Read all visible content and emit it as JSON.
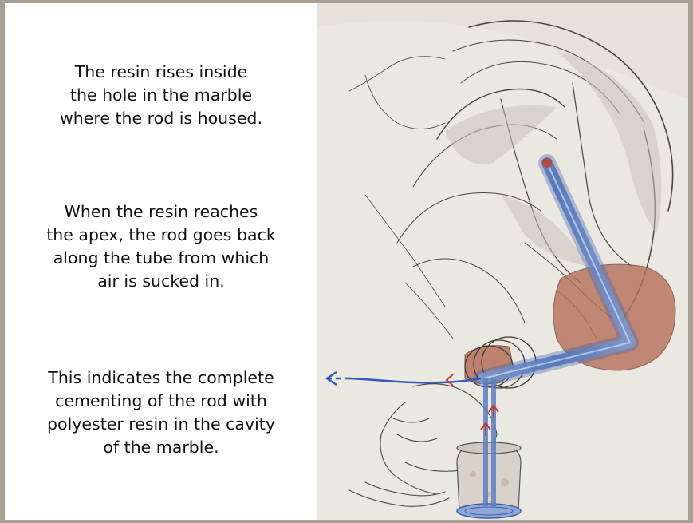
{
  "paragraphs": [
    {
      "lines": [
        "The resin rises inside",
        "the hole in the marble",
        "where the rod is housed."
      ]
    },
    {
      "lines": [
        "When the resin reaches",
        "the apex, the rod goes back",
        "along the tube from which",
        "air is sucked in."
      ]
    },
    {
      "lines": [
        "This indicates the complete",
        "cementing of the rod with",
        "polyester resin in the cavity",
        "of the marble."
      ]
    }
  ],
  "colors": {
    "frame": "#a99e93",
    "paper": "#ebe7e1",
    "resin_rod": "#5a7fc2",
    "resin_fill": "#b5705a",
    "arrow_red": "#c0392b",
    "arrow_blue": "#2e5cb8"
  }
}
